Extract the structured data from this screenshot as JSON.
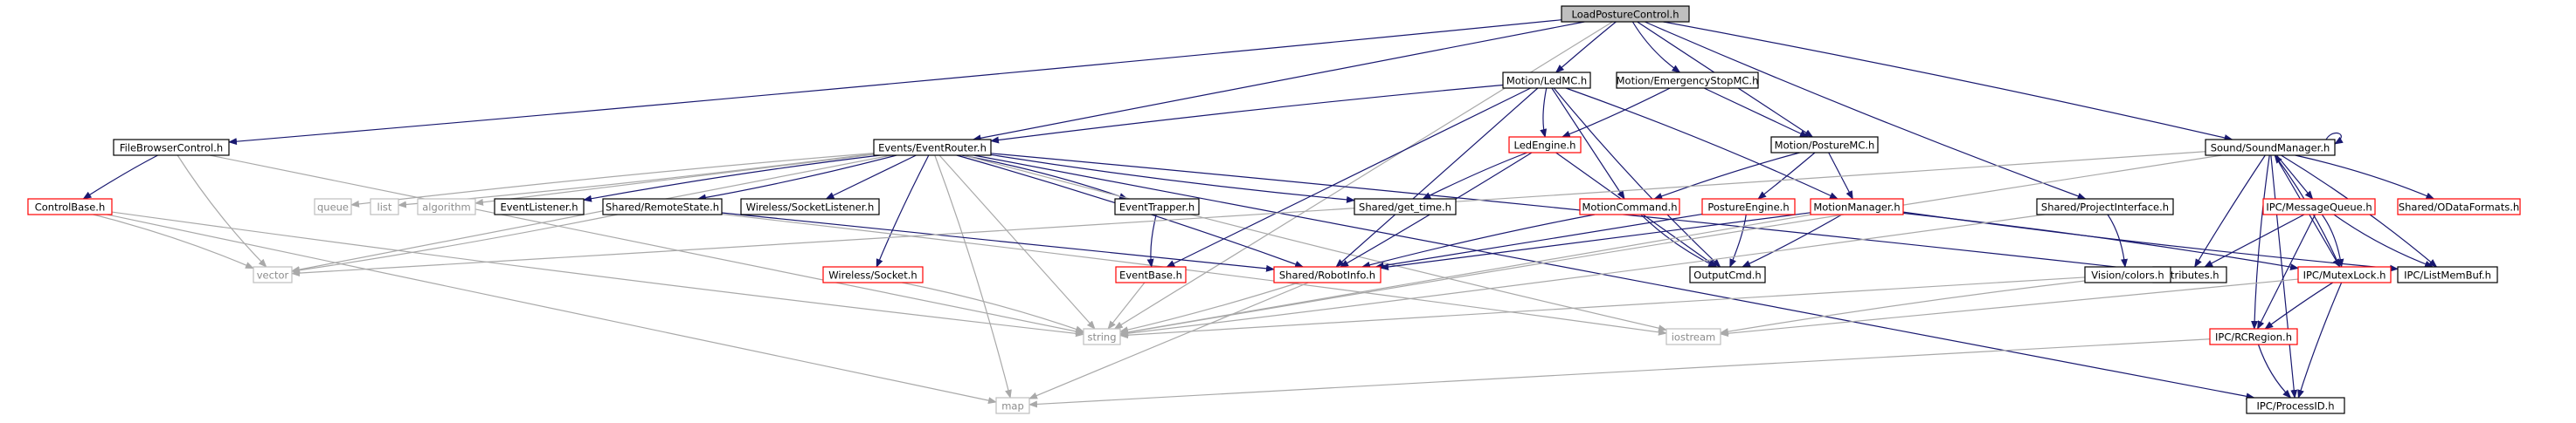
{
  "title": "LoadPostureControl.h",
  "colors": {
    "root_fill": "#bfbfbf",
    "edge_main": "#191970",
    "edge_alt": "#a9a9a9",
    "border_normal": "#000000",
    "border_red": "#ff0000",
    "border_grey": "#bfbfbf",
    "text_normal": "#000000",
    "text_grey": "#8c8c8c"
  },
  "nodes": [
    {
      "id": "root",
      "label": "LoadPostureControl.h",
      "style": "root"
    },
    {
      "id": "filebrowser",
      "label": "FileBrowserControl.h",
      "style": "normal"
    },
    {
      "id": "eventrouter",
      "label": "Events/EventRouter.h",
      "style": "normal"
    },
    {
      "id": "ledmc",
      "label": "Motion/LedMC.h",
      "style": "normal"
    },
    {
      "id": "estopmc",
      "label": "Motion/EmergencyStopMC.h",
      "style": "normal"
    },
    {
      "id": "posturemc",
      "label": "Motion/PostureMC.h",
      "style": "normal"
    },
    {
      "id": "soundmgr",
      "label": "Sound/SoundManager.h",
      "style": "normal"
    },
    {
      "id": "controlbase",
      "label": "ControlBase.h",
      "style": "red"
    },
    {
      "id": "queue",
      "label": "queue",
      "style": "grey"
    },
    {
      "id": "list",
      "label": "list",
      "style": "grey"
    },
    {
      "id": "algorithm",
      "label": "algorithm",
      "style": "grey"
    },
    {
      "id": "eventlistener",
      "label": "EventListener.h",
      "style": "normal"
    },
    {
      "id": "remotestate",
      "label": "Shared/RemoteState.h",
      "style": "normal"
    },
    {
      "id": "socketlistener",
      "label": "Wireless/SocketListener.h",
      "style": "normal"
    },
    {
      "id": "eventtrapper",
      "label": "EventTrapper.h",
      "style": "normal"
    },
    {
      "id": "getttime",
      "label": "Shared/get_time.h",
      "style": "normal"
    },
    {
      "id": "ledengine",
      "label": "LedEngine.h",
      "style": "red"
    },
    {
      "id": "motioncommand",
      "label": "MotionCommand.h",
      "style": "red"
    },
    {
      "id": "postureengine",
      "label": "PostureEngine.h",
      "style": "red"
    },
    {
      "id": "motionmanager",
      "label": "MotionManager.h",
      "style": "red"
    },
    {
      "id": "projectiface",
      "label": "Shared/ProjectInterface.h",
      "style": "normal"
    },
    {
      "id": "messagequeue",
      "label": "IPC/MessageQueue.h",
      "style": "red"
    },
    {
      "id": "odataformats",
      "label": "Shared/ODataFormats.h",
      "style": "red"
    },
    {
      "id": "vector",
      "label": "vector",
      "style": "grey"
    },
    {
      "id": "wsocket",
      "label": "Wireless/Socket.h",
      "style": "red"
    },
    {
      "id": "eventbase",
      "label": "EventBase.h",
      "style": "red"
    },
    {
      "id": "robotinfo",
      "label": "Shared/RobotInfo.h",
      "style": "red"
    },
    {
      "id": "outputcmd",
      "label": "OutputCmd.h",
      "style": "normal"
    },
    {
      "id": "attributes",
      "label": "attributes.h",
      "style": "normal"
    },
    {
      "id": "mutexlock",
      "label": "IPC/MutexLock.h",
      "style": "red"
    },
    {
      "id": "listmembuf",
      "label": "IPC/ListMemBuf.h",
      "style": "normal"
    },
    {
      "id": "visioncolors",
      "label": "Vision/colors.h",
      "style": "normal"
    },
    {
      "id": "string",
      "label": "string",
      "style": "grey"
    },
    {
      "id": "iostream",
      "label": "iostream",
      "style": "grey"
    },
    {
      "id": "rcregion",
      "label": "IPC/RCRegion.h",
      "style": "red"
    },
    {
      "id": "map",
      "label": "map",
      "style": "grey"
    },
    {
      "id": "processid",
      "label": "IPC/ProcessID.h",
      "style": "normal"
    }
  ],
  "edges": [
    [
      "root",
      "filebrowser"
    ],
    [
      "root",
      "eventrouter"
    ],
    [
      "root",
      "ledmc"
    ],
    [
      "root",
      "estopmc"
    ],
    [
      "root",
      "posturemc"
    ],
    [
      "root",
      "soundmgr"
    ],
    [
      "root",
      "projectiface"
    ],
    [
      "root",
      "string"
    ],
    [
      "filebrowser",
      "controlbase"
    ],
    [
      "filebrowser",
      "vector"
    ],
    [
      "filebrowser",
      "string"
    ],
    [
      "controlbase",
      "vector"
    ],
    [
      "controlbase",
      "string"
    ],
    [
      "controlbase",
      "map"
    ],
    [
      "eventrouter",
      "queue"
    ],
    [
      "eventrouter",
      "list"
    ],
    [
      "eventrouter",
      "algorithm"
    ],
    [
      "eventrouter",
      "eventlistener"
    ],
    [
      "eventrouter",
      "remotestate"
    ],
    [
      "eventrouter",
      "socketlistener"
    ],
    [
      "eventrouter",
      "eventtrapper"
    ],
    [
      "eventrouter",
      "getttime"
    ],
    [
      "eventrouter",
      "vector"
    ],
    [
      "eventrouter",
      "robotinfo"
    ],
    [
      "eventrouter",
      "wsocket"
    ],
    [
      "eventrouter",
      "string"
    ],
    [
      "eventrouter",
      "map"
    ],
    [
      "eventrouter",
      "iostream"
    ],
    [
      "eventrouter",
      "processid"
    ],
    [
      "eventrouter",
      "attributes"
    ],
    [
      "remotestate",
      "vector"
    ],
    [
      "remotestate",
      "robotinfo"
    ],
    [
      "remotestate",
      "iostream"
    ],
    [
      "eventtrapper",
      "eventbase"
    ],
    [
      "eventbase",
      "string"
    ],
    [
      "wsocket",
      "string"
    ],
    [
      "robotinfo",
      "string"
    ],
    [
      "robotinfo",
      "map"
    ],
    [
      "ledmc",
      "eventrouter"
    ],
    [
      "ledmc",
      "ledengine"
    ],
    [
      "ledmc",
      "motioncommand"
    ],
    [
      "ledmc",
      "motionmanager"
    ],
    [
      "ledmc",
      "outputcmd"
    ],
    [
      "ledmc",
      "eventbase"
    ],
    [
      "ledmc",
      "robotinfo"
    ],
    [
      "estopmc",
      "ledengine"
    ],
    [
      "estopmc",
      "posturemc"
    ],
    [
      "ledengine",
      "getttime"
    ],
    [
      "ledengine",
      "robotinfo"
    ],
    [
      "ledengine",
      "outputcmd"
    ],
    [
      "posturemc",
      "motioncommand"
    ],
    [
      "posturemc",
      "postureengine"
    ],
    [
      "posturemc",
      "motionmanager"
    ],
    [
      "motioncommand",
      "robotinfo"
    ],
    [
      "motioncommand",
      "outputcmd"
    ],
    [
      "postureengine",
      "robotinfo"
    ],
    [
      "postureengine",
      "outputcmd"
    ],
    [
      "motionmanager",
      "outputcmd"
    ],
    [
      "motionmanager",
      "robotinfo"
    ],
    [
      "motionmanager",
      "mutexlock"
    ],
    [
      "motionmanager",
      "listmembuf"
    ],
    [
      "motionmanager",
      "string"
    ],
    [
      "projectiface",
      "visioncolors"
    ],
    [
      "projectiface",
      "string"
    ],
    [
      "visioncolors",
      "string"
    ],
    [
      "visioncolors",
      "iostream"
    ],
    [
      "soundmgr",
      "soundmgr"
    ],
    [
      "soundmgr",
      "messagequeue"
    ],
    [
      "soundmgr",
      "odataformats"
    ],
    [
      "soundmgr",
      "attributes"
    ],
    [
      "soundmgr",
      "mutexlock"
    ],
    [
      "soundmgr",
      "listmembuf"
    ],
    [
      "soundmgr",
      "rcregion"
    ],
    [
      "soundmgr",
      "processid"
    ],
    [
      "soundmgr",
      "string"
    ],
    [
      "soundmgr",
      "vector"
    ],
    [
      "messagequeue",
      "attributes"
    ],
    [
      "messagequeue",
      "mutexlock"
    ],
    [
      "messagequeue",
      "listmembuf"
    ],
    [
      "messagequeue",
      "rcregion"
    ],
    [
      "mutexlock",
      "rcregion"
    ],
    [
      "mutexlock",
      "processid"
    ],
    [
      "mutexlock",
      "iostream"
    ],
    [
      "mutexlock",
      "soundmgr"
    ],
    [
      "rcregion",
      "processid"
    ],
    [
      "rcregion",
      "map"
    ]
  ]
}
